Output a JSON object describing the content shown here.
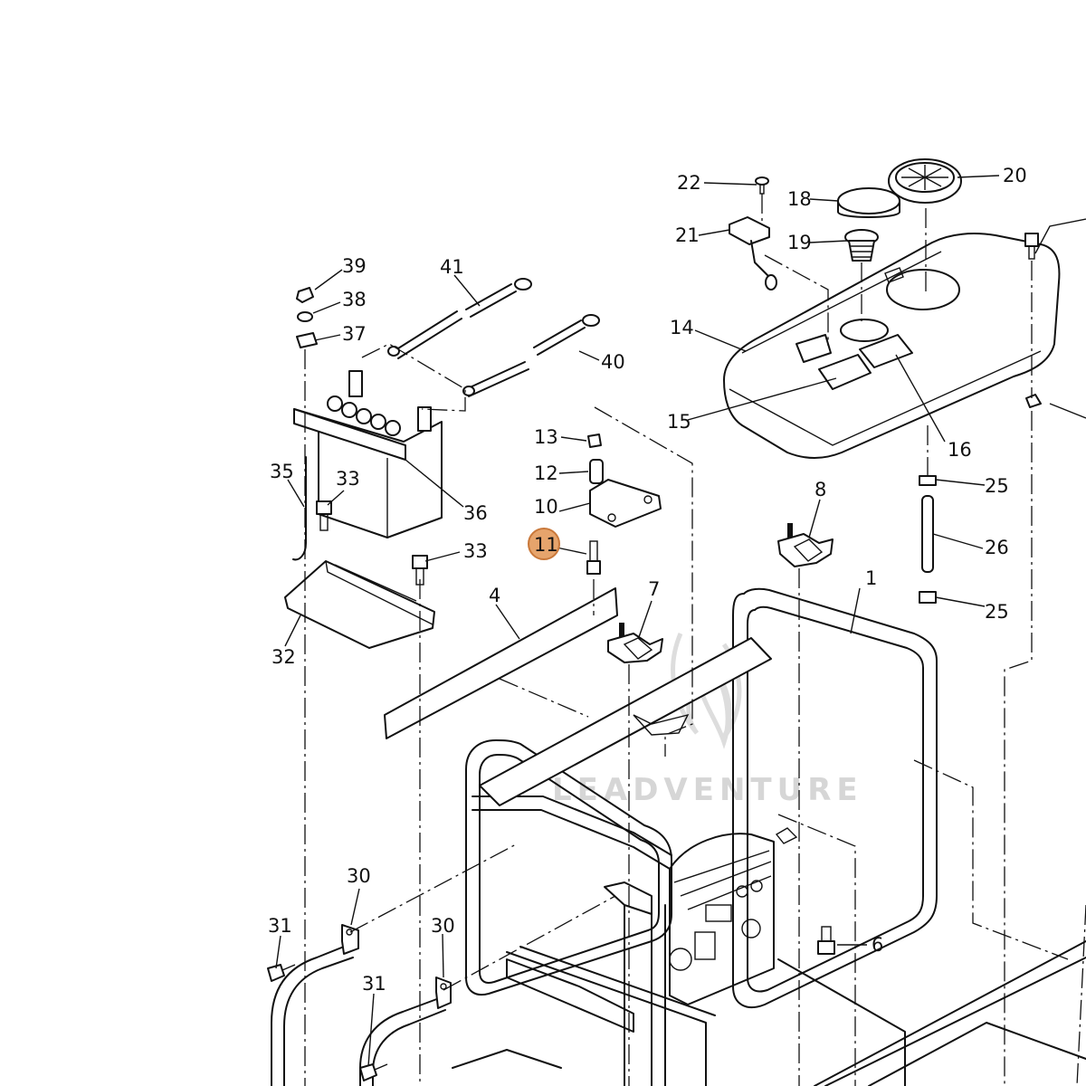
{
  "diagram": {
    "callouts": {
      "c1": "1",
      "c4": "4",
      "c6": "6",
      "c7": "7",
      "c8": "8",
      "c10": "10",
      "c11": "11",
      "c12": "12",
      "c13": "13",
      "c14": "14",
      "c15": "15",
      "c16": "16",
      "c18": "18",
      "c19": "19",
      "c20": "20",
      "c21": "21",
      "c22": "22",
      "c25a": "25",
      "c25b": "25",
      "c26": "26",
      "c30a": "30",
      "c30b": "30",
      "c31a": "31",
      "c31b": "31",
      "c32": "32",
      "c33a": "33",
      "c33b": "33",
      "c35": "35",
      "c36": "36",
      "c37": "37",
      "c38": "38",
      "c39": "39",
      "c40": "40",
      "c41": "41"
    },
    "highlighted_part": "11",
    "highlight_color": "#e6a46c",
    "watermark": "LEADVENTURE"
  }
}
